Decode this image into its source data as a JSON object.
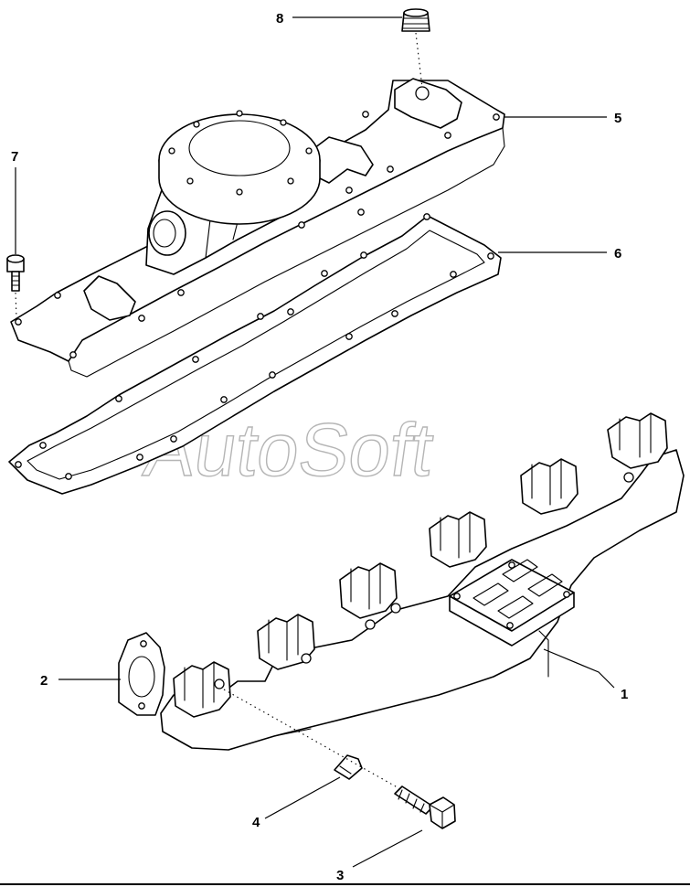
{
  "diagram": {
    "watermark_text": "AutoSoft",
    "callouts": [
      {
        "label": "1"
      },
      {
        "label": "2"
      },
      {
        "label": "3"
      },
      {
        "label": "4"
      },
      {
        "label": "5"
      },
      {
        "label": "6"
      },
      {
        "label": "7"
      },
      {
        "label": "8"
      }
    ]
  }
}
